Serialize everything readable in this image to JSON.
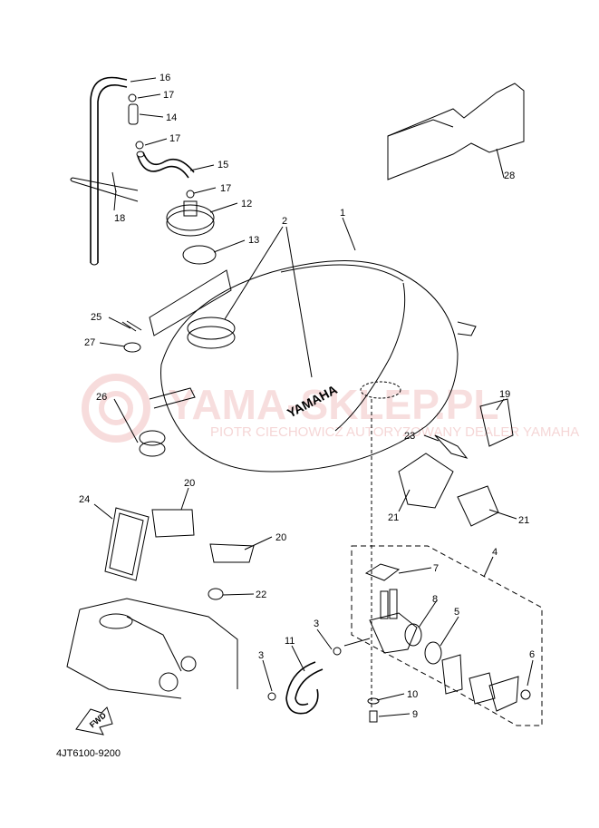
{
  "watermark": {
    "main": "YAMA-SKLEP.PL",
    "sub": "PIOTR CIECHOWICZ AUTORYZOWANY DEALER YAMAHA"
  },
  "tank_logo": "YAMAHA",
  "fwd_label": "FWD",
  "diagram_code": "4JT6100-9200",
  "callouts": [
    "1",
    "2",
    "3",
    "3",
    "4",
    "5",
    "6",
    "7",
    "8",
    "9",
    "10",
    "11",
    "12",
    "13",
    "14",
    "15",
    "16",
    "17",
    "17",
    "17",
    "18",
    "19",
    "20",
    "20",
    "21",
    "21",
    "22",
    "23",
    "24",
    "25",
    "26",
    "27",
    "28"
  ],
  "colors": {
    "line": "#000000",
    "watermark": "#f2c4c4"
  }
}
